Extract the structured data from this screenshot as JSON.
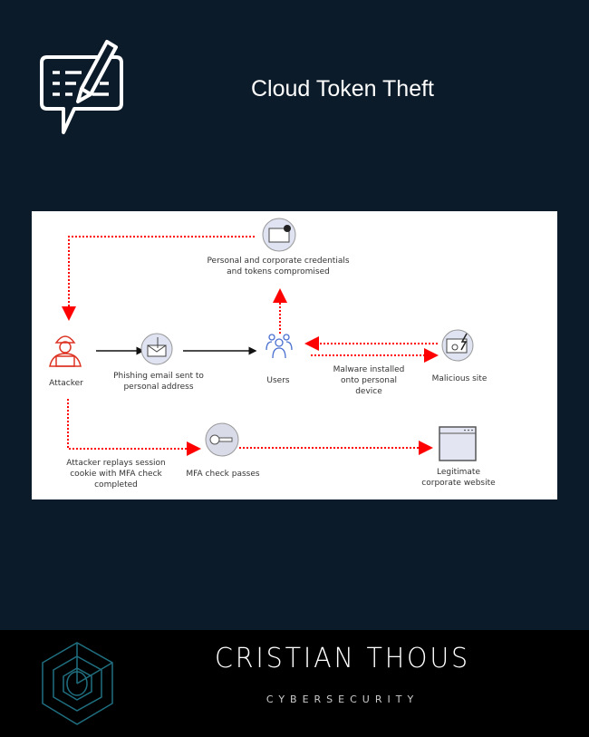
{
  "header": {
    "title": "Cloud Token Theft",
    "icon": "chat-edit-icon"
  },
  "diagram": {
    "credentials": "Personal and corporate credentials",
    "credentials2": "and tokens compromised",
    "attacker": "Attacker",
    "phishing1": "Phishing email sent to",
    "phishing2": "personal address",
    "users": "Users",
    "malware1": "Malware installed",
    "malware2": "onto personal",
    "malware3": "device",
    "malicious": "Malicious site",
    "replay1": "Attacker replays session",
    "replay2": "cookie with MFA check",
    "replay3": "completed",
    "mfa": "MFA check passes",
    "legit1": "Legitimate",
    "legit2": "corporate website",
    "colors": {
      "attack": "#ff0000",
      "node": "#dfe3f2",
      "flow": "#1a1a2e"
    }
  },
  "footer": {
    "brand": "CRISTIAN THOUS",
    "tagline": "CYBERSECURITY",
    "logo": "hexagon-logo-icon"
  }
}
